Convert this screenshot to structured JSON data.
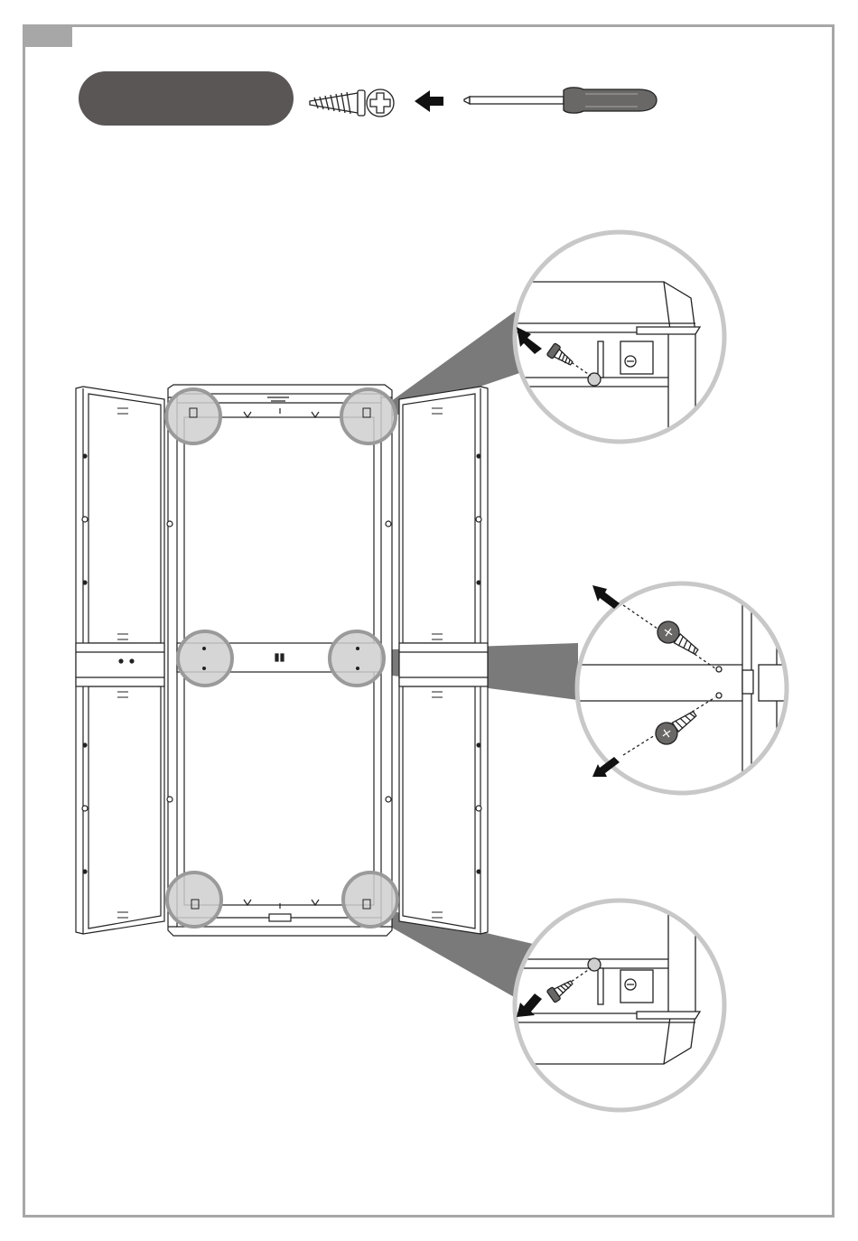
{
  "step_number": "",
  "step_title": "",
  "icons": {
    "screw": "screw-icon",
    "insert_arrow": "arrow-left-icon",
    "screwdriver": "phillips-screwdriver-icon"
  },
  "colors": {
    "frame": "#a7a7a7",
    "pill": "#5a5656",
    "highlight": "#cfcfcf",
    "callout_beam": "#7a7a7a",
    "lines": "#222222"
  },
  "callouts": [
    {
      "id": "top-right-corner",
      "screws": 1
    },
    {
      "id": "middle-right-shelf",
      "screws": 2
    },
    {
      "id": "bottom-right-corner",
      "screws": 1
    }
  ],
  "highlighted_screw_points": 6
}
